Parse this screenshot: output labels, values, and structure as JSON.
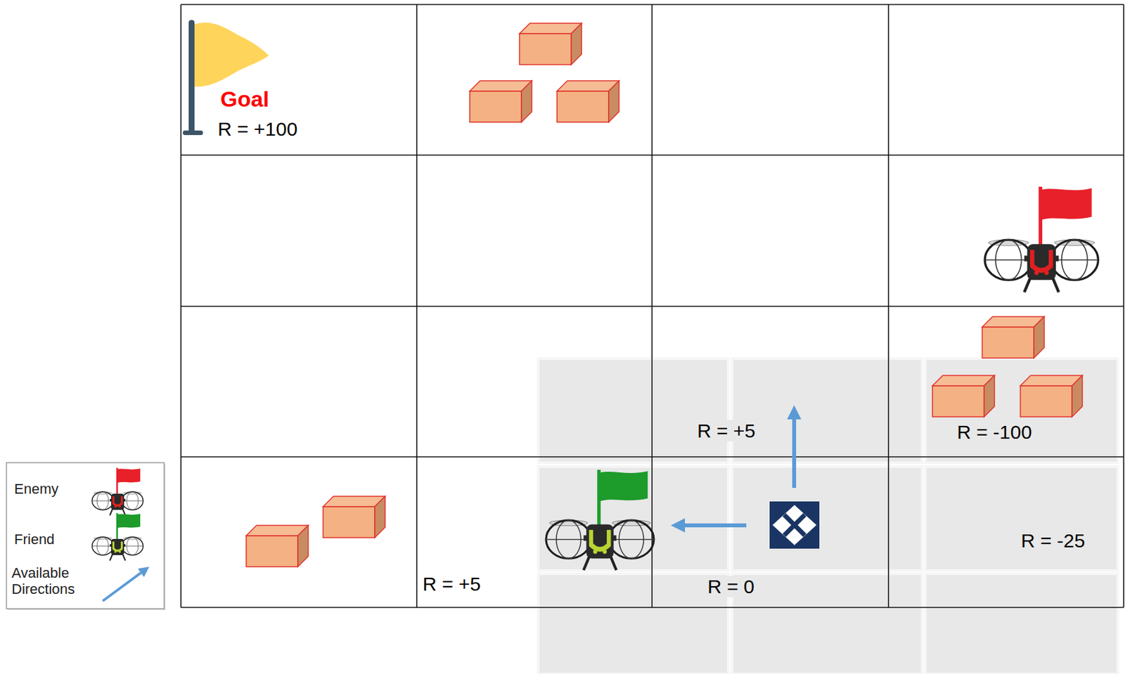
{
  "diagram": {
    "nodes": [
      {
        "text": [
          "Goal",
          "R = +100"
        ]
      },
      {
        "text": [
          "R = +5"
        ]
      },
      {
        "text": [
          "R = -100"
        ]
      },
      {
        "text": [
          "R = +5"
        ]
      },
      {
        "text": [
          "R = 0"
        ]
      },
      {
        "text": [
          "R = -25"
        ]
      }
    ],
    "legend": [
      {
        "text": "Enemy"
      },
      {
        "text": "Friend"
      },
      {
        "text": "Available Directions"
      }
    ]
  }
}
